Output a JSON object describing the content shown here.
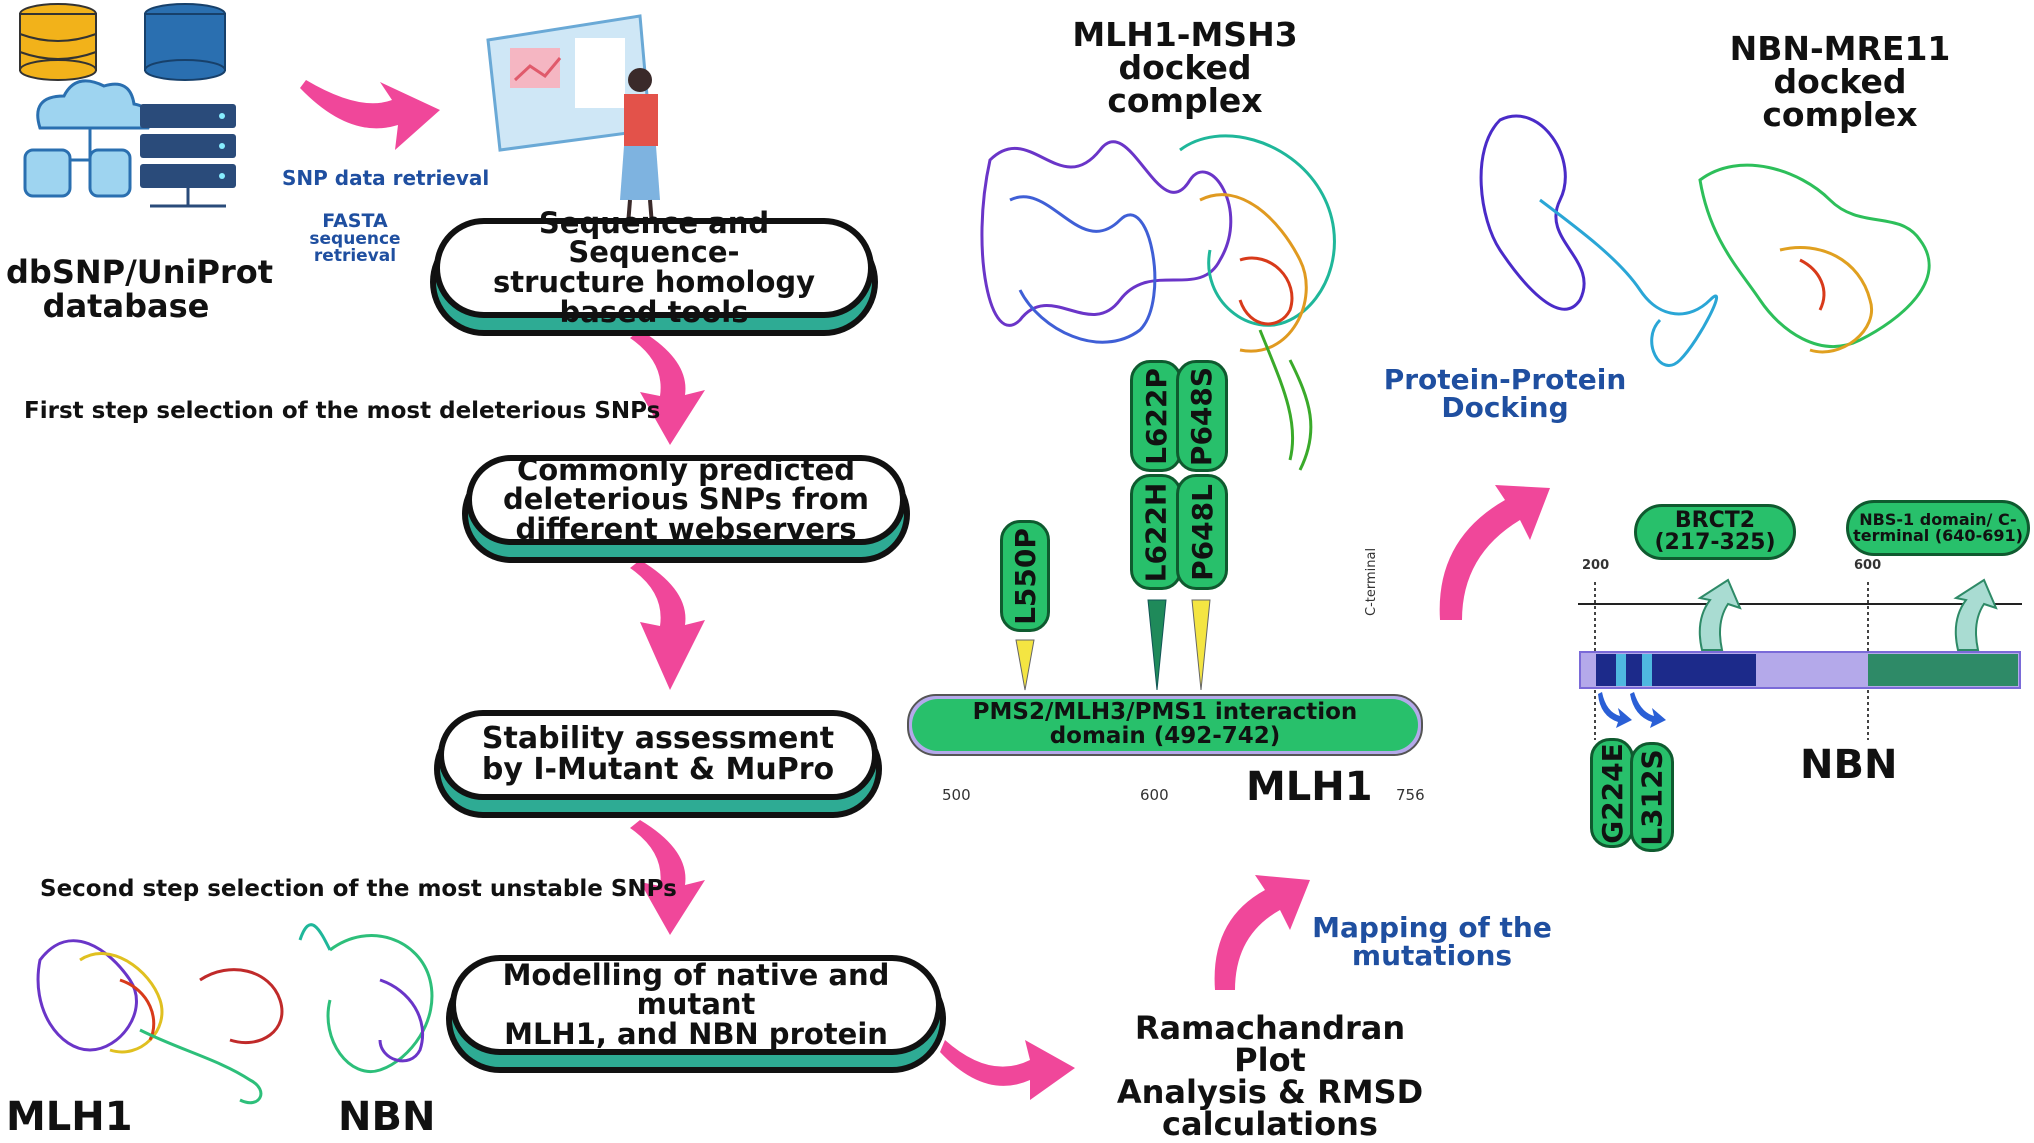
{
  "database": {
    "label": "dbSNP/UniProt\ndatabase",
    "line1": "dbSNP/UniProt",
    "line2": "database"
  },
  "retrieval": {
    "snp": "SNP data retrieval",
    "fasta_1": "FASTA",
    "fasta_2": "sequence",
    "fasta_3": "retrieval"
  },
  "steps": [
    {
      "line1": "Sequence and Sequence-",
      "line2": "structure homology",
      "line3": "based tools"
    },
    {
      "line1": "Commonly predicted",
      "line2": "deleterious SNPs from",
      "line3": "different webservers"
    },
    {
      "line1": "Stability assessment",
      "line2": "by  I-Mutant & MuPro"
    },
    {
      "line1": "Modelling of native and mutant",
      "line2": "MLH1, and NBN protein"
    }
  ],
  "selections": {
    "first": "First step selection of the most deleterious SNPs",
    "second": "Second step selection of the most unstable SNPs"
  },
  "models": {
    "mlh1": "MLH1",
    "nbn": "NBN"
  },
  "ramachandran": {
    "line1": "Ramachandran Plot",
    "line2": "Analysis & RMSD",
    "line3": "calculations"
  },
  "mapping": {
    "line1": "Mapping of the",
    "line2": "mutations"
  },
  "docking": {
    "line1": "Protein-Protein",
    "line2": "Docking"
  },
  "complex_mlh1": {
    "line1": "MLH1-MSH3 docked",
    "line2": "complex"
  },
  "complex_nbn": {
    "line1": "NBN-MRE11 docked",
    "line2": "complex"
  },
  "mlh1_map": {
    "mutations": [
      "L550P",
      "L622H",
      "L622P",
      "P648L",
      "P648S"
    ],
    "domain_line1": "PMS2/MLH3/PMS1 interaction",
    "domain_line2": "domain (492-742)",
    "ticks": [
      "500",
      "600",
      "756"
    ],
    "cterm": "C-terminal",
    "label": "MLH1"
  },
  "nbn_map": {
    "brct2_line1": "BRCT2",
    "brct2_line2": "(217-325)",
    "nbs_line1": "NBS-1 domain/ C-",
    "nbs_line2": "terminal (640-691)",
    "ticks": [
      "200",
      "600"
    ],
    "mutations": [
      "G224E",
      "L312S"
    ],
    "label": "NBN"
  },
  "colors": {
    "arrow": "#f0479a",
    "teal": "#2eab94",
    "green": "#28c06b",
    "blue_text": "#1f4fa0",
    "nbn_dark": "#1c2a8a",
    "nbn_light": "#b4a9ea",
    "nbn_green": "#2e8a67"
  },
  "icons": [
    "database-icon",
    "cloud-network-icon",
    "server-icon",
    "analyst-screen-icon",
    "protein-structure-icon"
  ]
}
